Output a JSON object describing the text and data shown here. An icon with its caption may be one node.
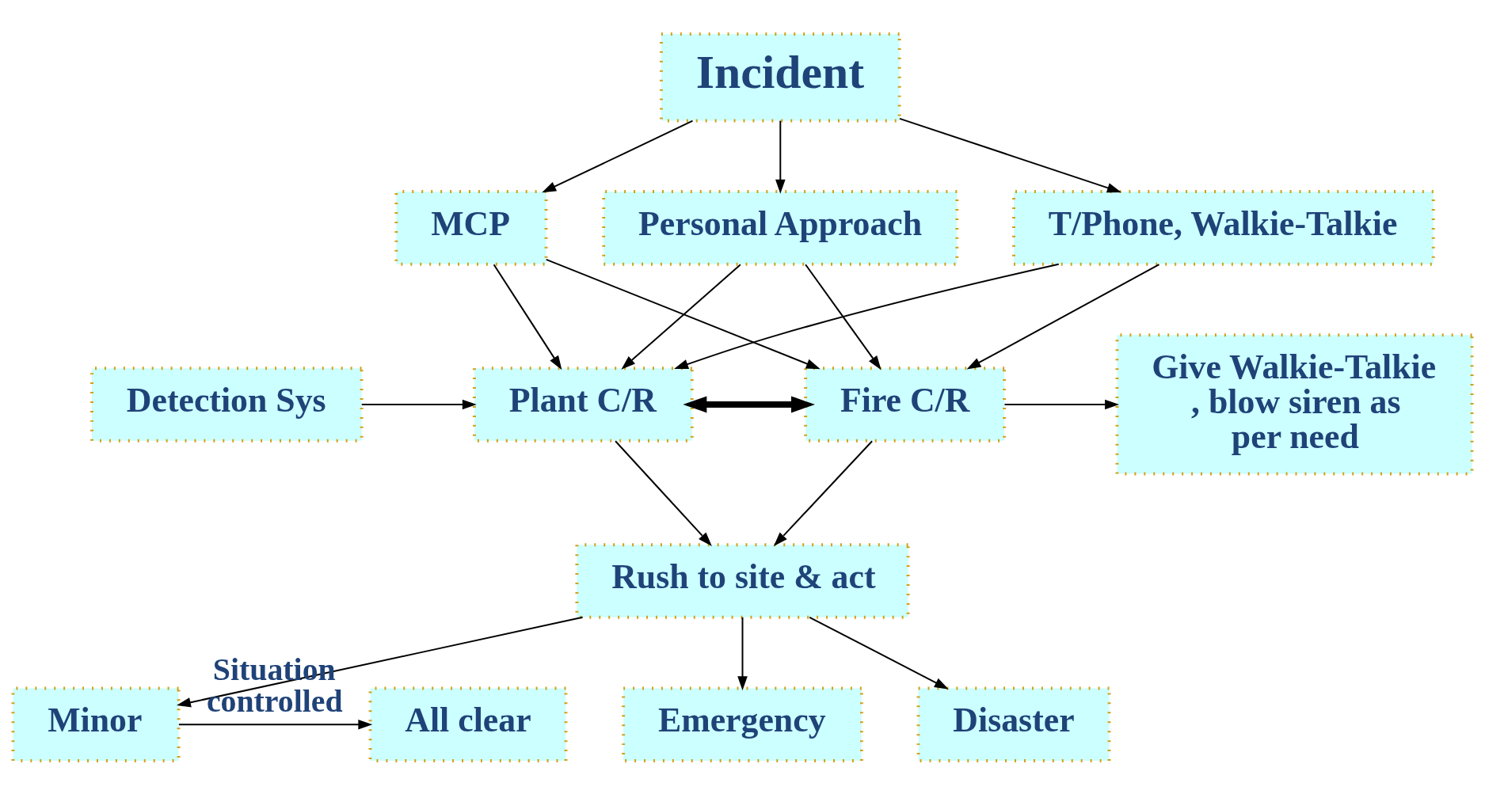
{
  "diagram": {
    "nodes": [
      {
        "text": [
          "Incident"
        ]
      },
      {
        "text": [
          "MCP"
        ]
      },
      {
        "text": [
          "T/Phone, Walkie-Talkie"
        ]
      },
      {
        "text": [
          "Personal Approach"
        ]
      },
      {
        "text": [
          "Detection Sys"
        ]
      },
      {
        "text": [
          "Plant C/R"
        ]
      },
      {
        "text": [
          "Fire C/R"
        ]
      },
      {
        "text": [
          "Give Walkie-Talkie , blow siren as per need"
        ]
      },
      {
        "text": [
          "Rush to site & act"
        ]
      },
      {
        "text": [
          "All clear"
        ]
      },
      {
        "text": [
          "Minor"
        ]
      },
      {
        "text": [
          "Emergency"
        ]
      },
      {
        "text": [
          "Disaster"
        ]
      }
    ],
    "edges": [
      {
        "from": 0,
        "to": 1,
        "arrow": "to"
      },
      {
        "from": 0,
        "to": 2,
        "arrow": "to"
      },
      {
        "from": 0,
        "to": 3,
        "arrow": "to"
      },
      {
        "from": 1,
        "to": 5,
        "arrow": "to"
      },
      {
        "from": 1,
        "to": 6,
        "arrow": "to"
      },
      {
        "from": 2,
        "to": 5,
        "arrow": "to"
      },
      {
        "from": 2,
        "to": 6,
        "arrow": "to"
      },
      {
        "from": 3,
        "to": 5,
        "arrow": "to"
      },
      {
        "from": 3,
        "to": 6,
        "arrow": "to"
      },
      {
        "from": 4,
        "to": 5,
        "arrow": "to"
      },
      {
        "from": 5,
        "to": 6,
        "arrow": "both",
        "style": "thick"
      },
      {
        "from": 6,
        "to": 7,
        "arrow": "to"
      },
      {
        "from": 5,
        "to": 8,
        "arrow": "to"
      },
      {
        "from": 6,
        "to": 8,
        "arrow": "to"
      },
      {
        "from": 8,
        "to": 10,
        "arrow": "to"
      },
      {
        "from": 8,
        "to": 11,
        "arrow": "to"
      },
      {
        "from": 8,
        "to": 12,
        "arrow": "to"
      },
      {
        "from": 10,
        "to": 9,
        "arrow": "to",
        "label": "Situation controlled"
      }
    ]
  }
}
